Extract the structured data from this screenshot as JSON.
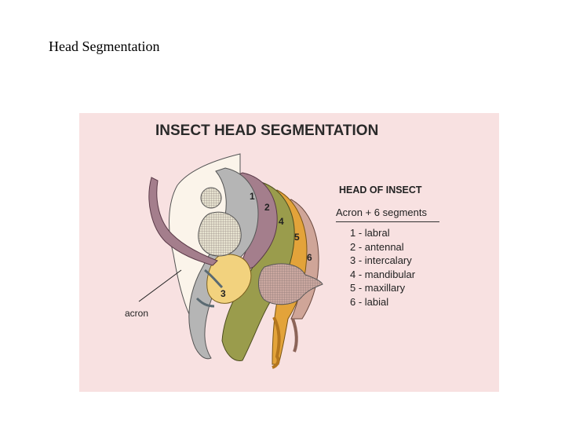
{
  "slide": {
    "title": "Head Segmentation"
  },
  "figure": {
    "title": "INSECT HEAD SEGMENTATION",
    "legend": {
      "heading": "HEAD OF INSECT",
      "subheading": "Acron + 6 segments",
      "items": [
        "1 - labral",
        "2 - antennal",
        "3 - intercalary",
        "4 - mandibular",
        "5 - maxillary",
        "6 - labial"
      ]
    },
    "callout_label": "acron",
    "segment_numbers": [
      "1",
      "2",
      "3",
      "4",
      "5",
      "6"
    ]
  },
  "colors": {
    "background": "#f8e1e1",
    "acron": "#fbf4ea",
    "labral": "#b5b5b5",
    "antennal": "#a47e8c",
    "intercalary": "#f2d27e",
    "mandibular": "#9a9c4c",
    "maxillary": "#e3a33a",
    "labial": "#cfa598"
  }
}
